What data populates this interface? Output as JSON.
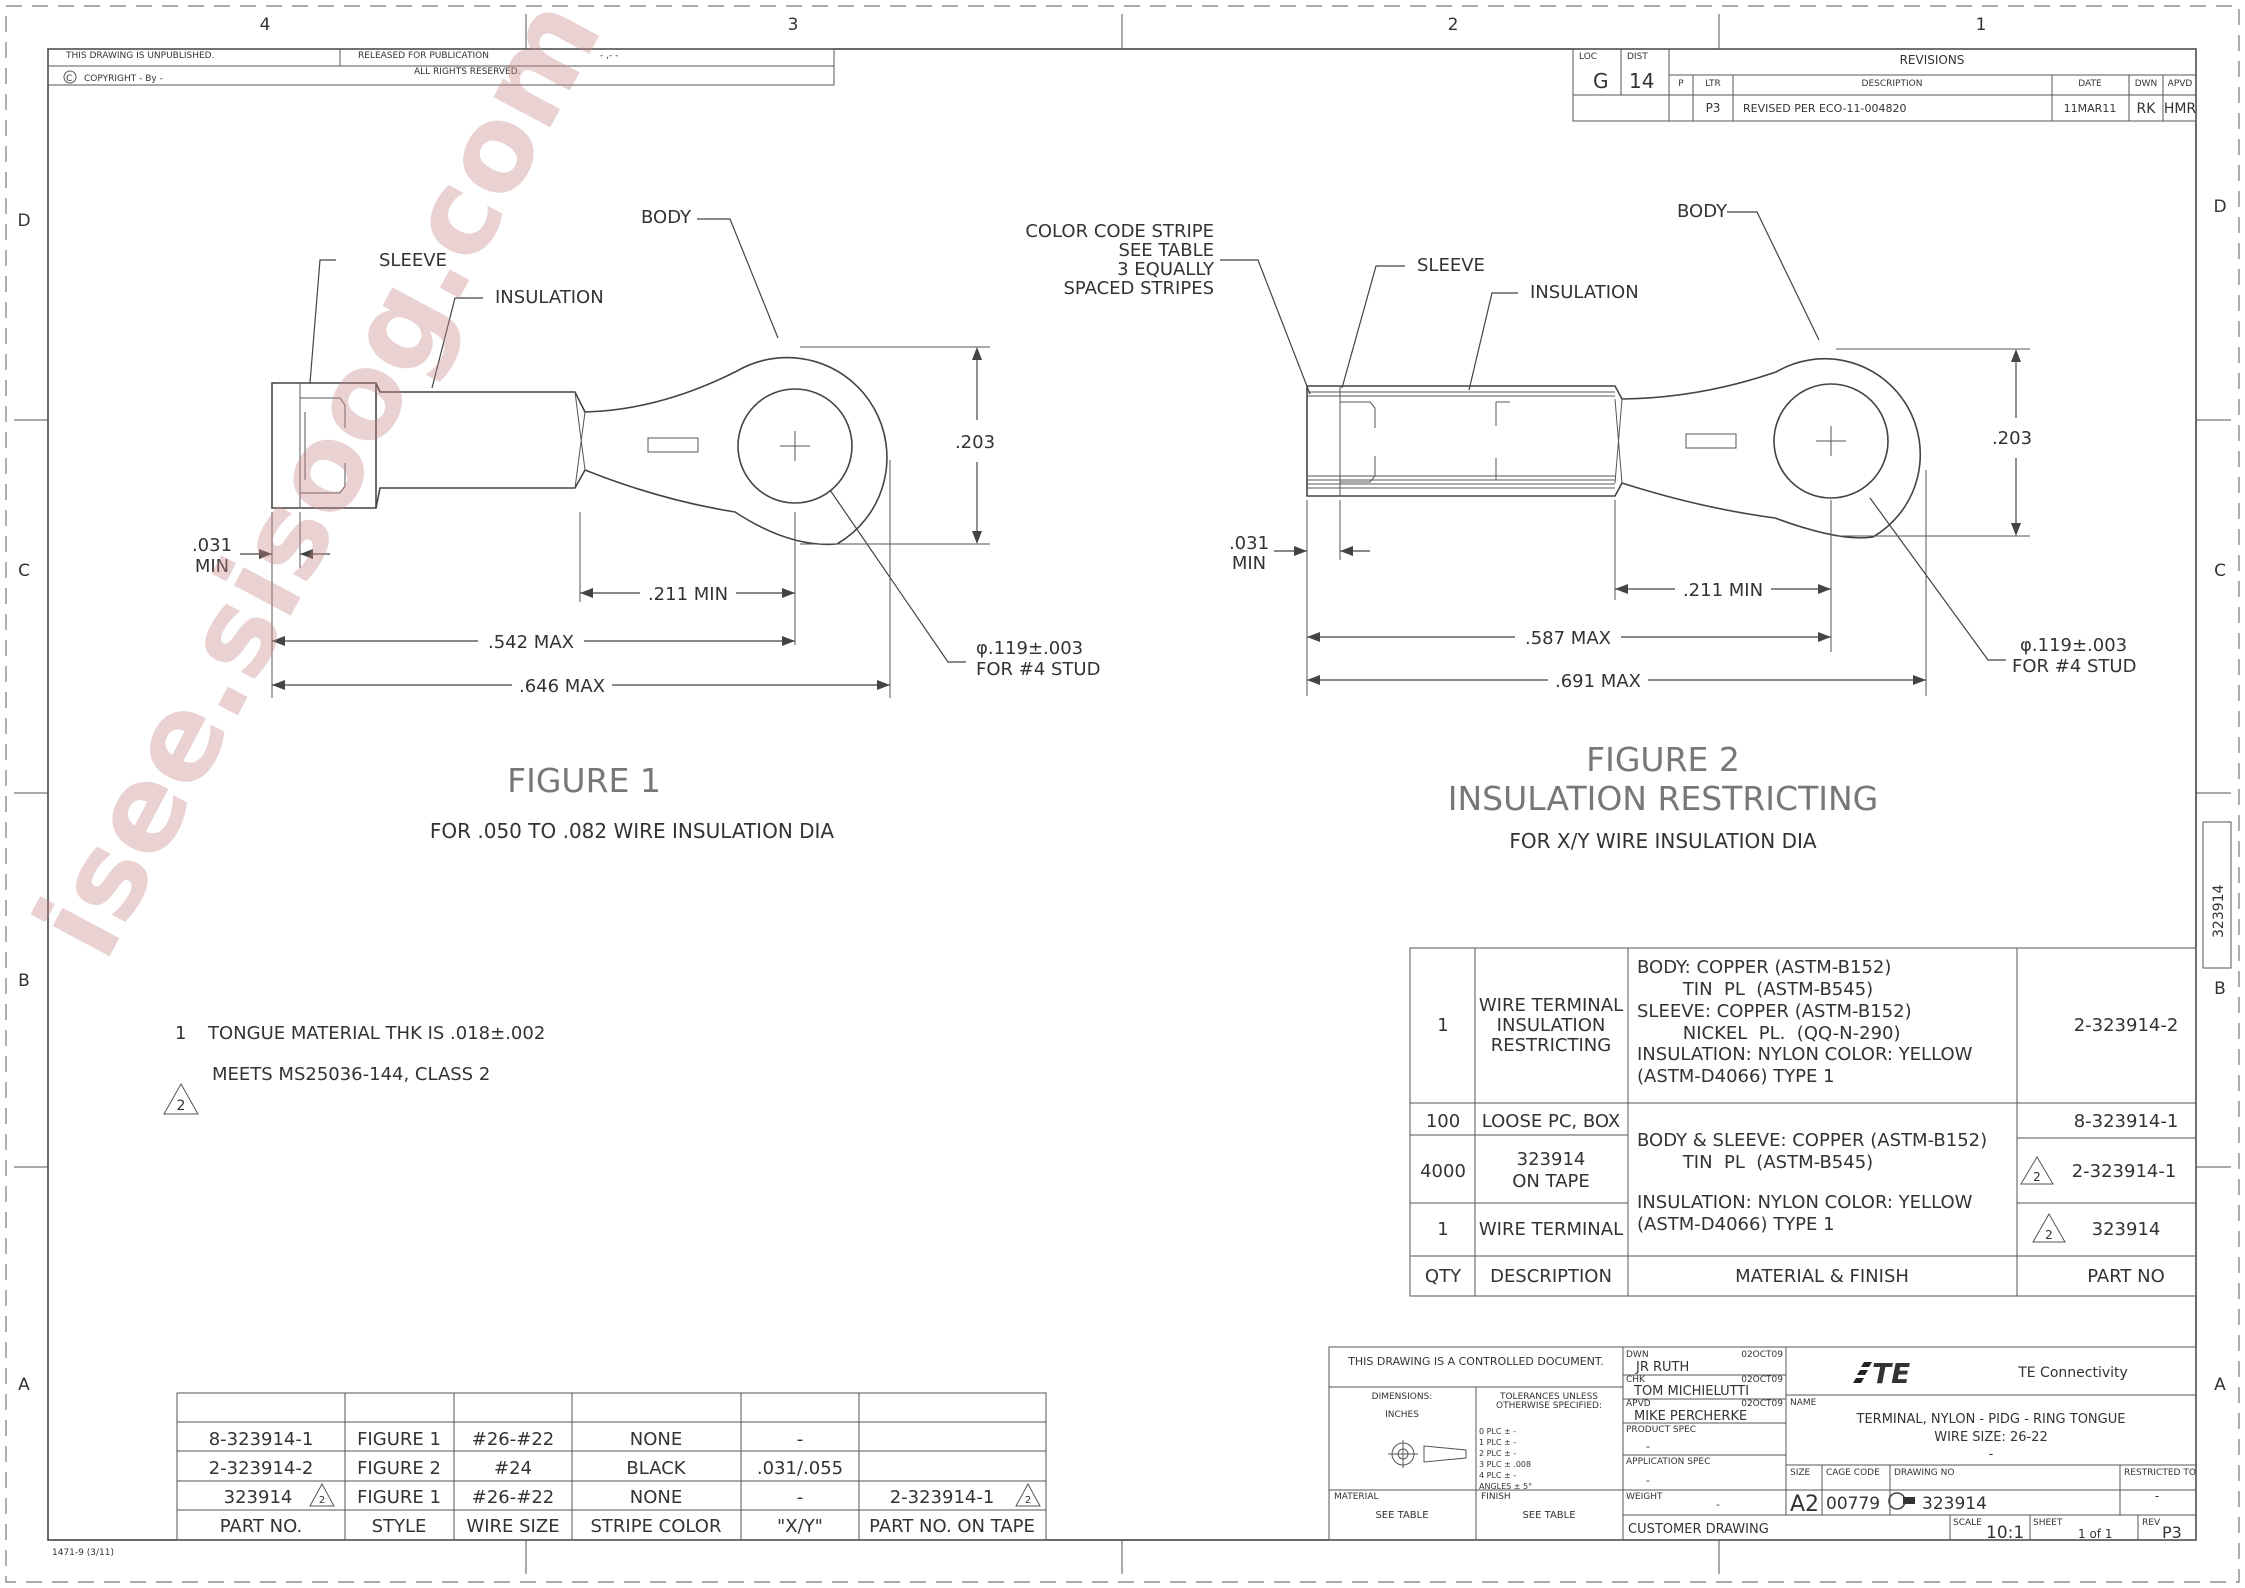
{
  "zones": {
    "columns": [
      "4",
      "3",
      "2",
      "1"
    ],
    "rows": [
      "D",
      "C",
      "B",
      "A"
    ]
  },
  "release_block": {
    "unpublished": "THIS DRAWING IS UNPUBLISHED.",
    "released": "RELEASED FOR PUBLICATION",
    "released_date": "- ,-   -",
    "copyright": "COPYRIGHT  -    By  -",
    "rights": "ALL RIGHTS RESERVED."
  },
  "revisions": {
    "title": "REVISIONS",
    "loc_label": "LOC",
    "loc_value": "G",
    "dist_label": "DIST",
    "dist_value": "14",
    "headers": [
      "P",
      "LTR",
      "DESCRIPTION",
      "DATE",
      "DWN",
      "APVD"
    ],
    "row": {
      "ltr": "P3",
      "description": "REVISED PER ECO-11-004820",
      "date": "11MAR11",
      "dwn": "RK",
      "apvd": "HMR"
    }
  },
  "figure1": {
    "labels": {
      "sleeve": "SLEEVE",
      "insulation": "INSULATION",
      "body": "BODY"
    },
    "dims": {
      "height": ".203",
      "min_a": ".031",
      "min_b": "MIN",
      "tongue": ".211  MIN",
      "len1": ".542  MAX",
      "len2": ".646  MAX",
      "hole": "φ.119±.003",
      "stud": "FOR  #4  STUD"
    },
    "title": "FIGURE  1",
    "subtitle": "FOR  .050  TO  .082  WIRE  INSULATION  DIA"
  },
  "figure2": {
    "labels": {
      "stripe": [
        "COLOR  CODE  STRIPE",
        "SEE  TABLE",
        "3  EQUALLY",
        "SPACED  STRIPES"
      ],
      "sleeve": "SLEEVE",
      "insulation": "INSULATION",
      "body": "BODY"
    },
    "dims": {
      "height": ".203",
      "min_a": ".031",
      "min_b": "MIN",
      "tongue": ".211  MIN",
      "len1": ".587  MAX",
      "len2": ".691  MAX",
      "hole": "φ.119±.003",
      "stud": "FOR  #4  STUD"
    },
    "title": "FIGURE  2",
    "title2": "INSULATION  RESTRICTING",
    "subtitle": "FOR  X/Y  WIRE  INSULATION  DIA"
  },
  "notes": {
    "n1_num": "1",
    "n1": "TONGUE  MATERIAL  THK  IS  .018±.002",
    "n2_num": "2",
    "n2": "MEETS  MS25036-144,  CLASS  2"
  },
  "side_tab": "323914",
  "bom": {
    "rows": [
      {
        "qty": "1",
        "desc": [
          "WIRE  TERMINAL",
          "INSULATION",
          "RESTRICTING"
        ],
        "material": [
          "BODY:  COPPER  (ASTM-B152)",
          "        TIN  PL  (ASTM-B545)",
          "SLEEVE:  COPPER  (ASTM-B152)",
          "        NICKEL  PL.  (QQ-N-290)",
          "INSULATION:  NYLON  COLOR:  YELLOW",
          "(ASTM-D4066)  TYPE  1"
        ],
        "part": "2-323914-2"
      },
      {
        "qty": "100",
        "desc": [
          "LOOSE  PC,  BOX"
        ],
        "part": "8-323914-1"
      },
      {
        "qty": "4000",
        "desc": [
          "323914",
          "ON  TAPE"
        ],
        "part": "2-323914-1"
      },
      {
        "qty": "1",
        "desc": [
          "WIRE  TERMINAL"
        ],
        "part": "323914"
      }
    ],
    "shared_material": [
      "BODY  &  SLEEVE:  COPPER  (ASTM-B152)",
      "        TIN  PL  (ASTM-B545)",
      "INSULATION:  NYLON  COLOR:  YELLOW",
      "(ASTM-D4066)  TYPE  1"
    ],
    "headers": {
      "qty": "QTY",
      "desc": "DESCRIPTION",
      "material": "MATERIAL  &  FINISH",
      "part": "PART  NO"
    }
  },
  "part_table": {
    "rows": [
      [
        "8-323914-1",
        "FIGURE  1",
        "#26-#22",
        "NONE",
        "-",
        ""
      ],
      [
        "2-323914-2",
        "FIGURE  2",
        "#24",
        "BLACK",
        ".031/.055",
        ""
      ],
      [
        "323914",
        "FIGURE  1",
        "#26-#22",
        "NONE",
        "-",
        "2-323914-1"
      ]
    ],
    "headers": [
      "PART  NO.",
      "STYLE",
      "WIRE  SIZE",
      "STRIPE  COLOR",
      "\"X/Y\"",
      "PART  NO.  ON  TAPE"
    ]
  },
  "title_block": {
    "controlled": "THIS  DRAWING  IS  A  CONTROLLED  DOCUMENT.",
    "dimensions": "DIMENSIONS:",
    "inches": "INCHES",
    "tolerances": [
      "TOLERANCES  UNLESS",
      "OTHERWISE  SPECIFIED:"
    ],
    "tol_rows": [
      "0 PLC    ±  -",
      "1 PLC    ±  -",
      "2 PLC    ±  -",
      "3 PLC    ±  .008",
      "4 PLC    ±  -",
      "ANGLES         ±  5°"
    ],
    "material_label": "MATERIAL",
    "material_value": "SEE  TABLE",
    "finish_label": "FINISH",
    "finish_value": "SEE  TABLE",
    "dwn_label": "DWN",
    "dwn_name": "JR  RUTH",
    "dwn_date": "02OCT09",
    "chk_label": "CHK",
    "chk_name": "TOM  MICHIELUTTI",
    "chk_date": "02OCT09",
    "apvd_label": "APVD",
    "apvd_name": "MIKE  PERCHERKE",
    "apvd_date": "02OCT09",
    "product_spec": "PRODUCT  SPEC",
    "product_spec_value": "-",
    "application_spec": "APPLICATION  SPEC",
    "application_spec_value": "-",
    "weight_label": "WEIGHT",
    "weight_value": "-",
    "customer_drawing": "CUSTOMER  DRAWING",
    "company": "TE  Connectivity",
    "logo_text": "TE",
    "name_label": "NAME",
    "name_lines": [
      "TERMINAL,  NYLON  -  PIDG  -  RING  TONGUE",
      "WIRE  SIZE:  26-22",
      "-"
    ],
    "size_label": "SIZE",
    "size_value": "A2",
    "cage_label": "CAGE  CODE",
    "cage_value": "00779",
    "dwg_label": "DRAWING  NO",
    "dwg_value": "323914",
    "restricted_label": "RESTRICTED  TO",
    "restricted_value": "-",
    "scale_label": "SCALE",
    "scale_value": "10:1",
    "sheet_label": "SHEET",
    "sheet_value": "1  of  1",
    "rev_label": "REV",
    "rev_value": "P3"
  },
  "form_no": "1471-9  (3/11)",
  "watermark": "isee.sisoog.com"
}
